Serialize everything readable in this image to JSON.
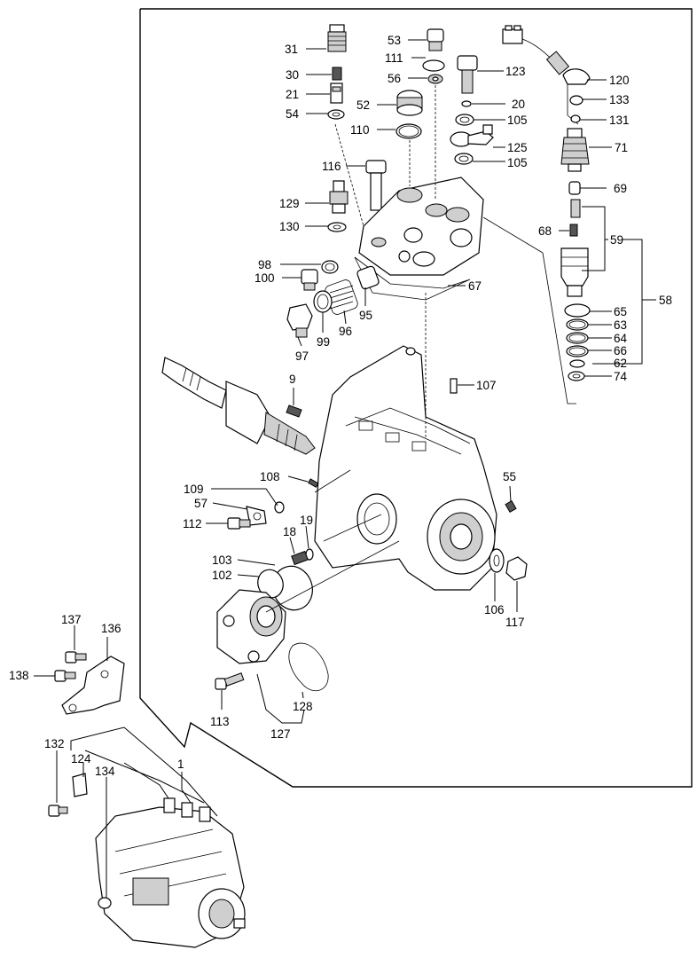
{
  "callouts": {
    "c31": "31",
    "c30": "30",
    "c21": "21",
    "c54": "54",
    "c53": "53",
    "c111": "111",
    "c56": "56",
    "c52": "52",
    "c110": "110",
    "c123": "123",
    "c20": "20",
    "c105a": "105",
    "c125": "125",
    "c105b": "105",
    "c120": "120",
    "c133": "133",
    "c131": "131",
    "c71": "71",
    "c69": "69",
    "c68": "68",
    "c59": "59",
    "c58": "58",
    "c65": "65",
    "c63": "63",
    "c64": "64",
    "c66": "66",
    "c62": "62",
    "c74": "74",
    "c116": "116",
    "c129": "129",
    "c130": "130",
    "c98": "98",
    "c100": "100",
    "c67": "67",
    "c95": "95",
    "c96": "96",
    "c99": "99",
    "c97": "97",
    "c9": "9",
    "c107": "107",
    "c108": "108",
    "c109": "109",
    "c57": "57",
    "c112": "112",
    "c55": "55",
    "c19": "19",
    "c18": "18",
    "c103": "103",
    "c102": "102",
    "c106": "106",
    "c117": "117",
    "c137": "137",
    "c136": "136",
    "c138": "138",
    "c113": "113",
    "c128": "128",
    "c127": "127",
    "c132": "132",
    "c124": "124",
    "c134": "134",
    "c1": "1"
  }
}
